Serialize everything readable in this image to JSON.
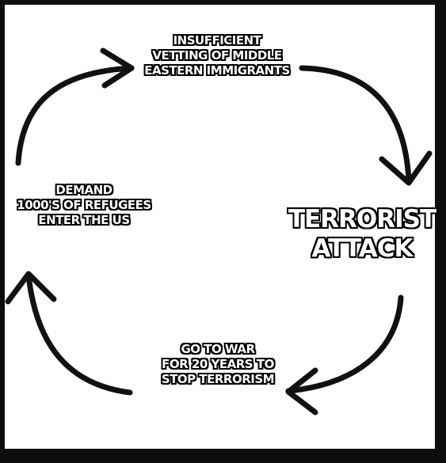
{
  "cycle": {
    "top": [
      "INSUFFICIENT",
      "VETTING OF MIDDLE",
      "EASTERN IMMIGRANTS"
    ],
    "right": [
      "TERRORIST",
      "ATTACK"
    ],
    "bottom": [
      "GO TO WAR",
      "FOR 20 YEARS TO",
      "STOP TERRORISM"
    ],
    "left": [
      "DEMAND",
      "1000'S OF REFUGEES",
      "ENTER THE US"
    ]
  },
  "colors": {
    "background": "#ffffff",
    "border": "#0d0d0d",
    "arrow": "#111111",
    "text_fill": "#ffffff",
    "text_outline": "#000000"
  }
}
